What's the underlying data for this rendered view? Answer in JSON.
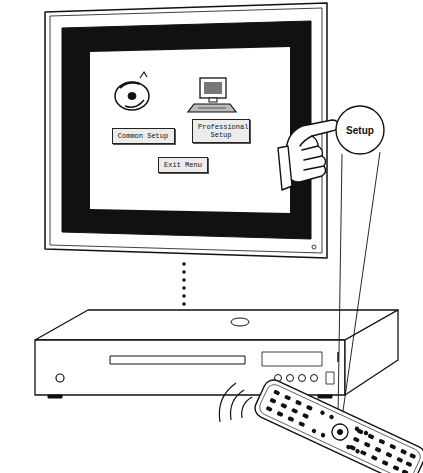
{
  "diagram": {
    "nodes": [
      {
        "text": [
          "Common Setup"
        ]
      },
      {
        "text": [
          "Professional Setup"
        ]
      },
      {
        "text": [
          "Exit Menu"
        ]
      },
      {
        "text": [
          "Setup"
        ]
      }
    ]
  }
}
